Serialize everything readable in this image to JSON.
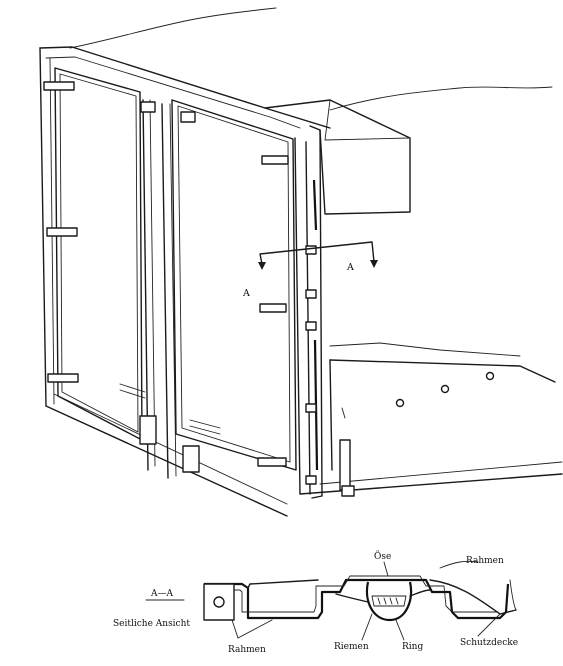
{
  "labels": {
    "section_top_left": "A",
    "section_top_right": "A",
    "section_title": "A—A",
    "side_view": "Seitliche Ansicht",
    "eyelet": "Öse",
    "frame_right": "Rahmen",
    "frame_bottom": "Rahmen",
    "strap": "Riemen",
    "ring": "Ring",
    "cover": "Schutzdecke"
  }
}
